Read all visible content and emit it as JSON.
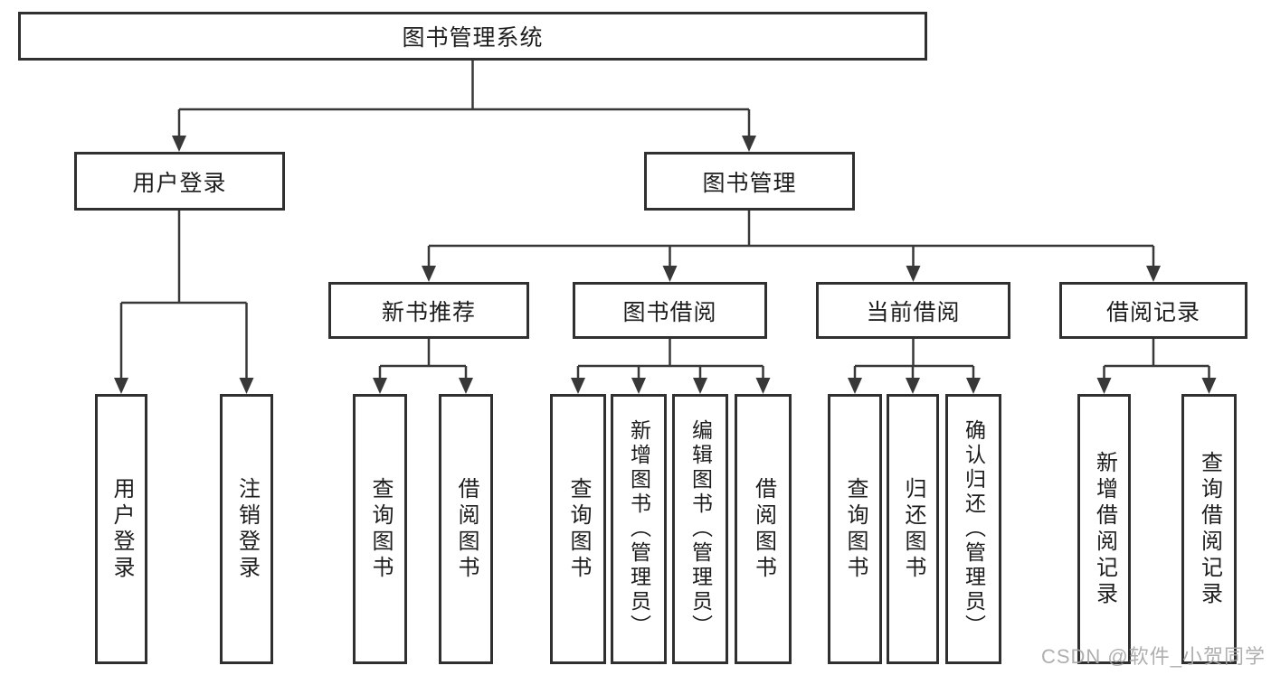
{
  "tree": {
    "root": {
      "label": "图书管理系统",
      "children": [
        {
          "label": "用户登录",
          "children": [
            {
              "label": "用户登录"
            },
            {
              "label": "注销登录"
            }
          ]
        },
        {
          "label": "图书管理",
          "children": [
            {
              "label": "新书推荐",
              "children": [
                {
                  "label": "查询图书"
                },
                {
                  "label": "借阅图书"
                }
              ]
            },
            {
              "label": "图书借阅",
              "children": [
                {
                  "label": "查询图书"
                },
                {
                  "label": "新增图书（管理员）"
                },
                {
                  "label": "编辑图书（管理员）"
                },
                {
                  "label": "借阅图书"
                }
              ]
            },
            {
              "label": "当前借阅",
              "children": [
                {
                  "label": "查询图书"
                },
                {
                  "label": "归还图书"
                },
                {
                  "label": "确认归还（管理员）"
                }
              ]
            },
            {
              "label": "借阅记录",
              "children": [
                {
                  "label": "新增借阅记录"
                },
                {
                  "label": "查询借阅记录"
                }
              ]
            }
          ]
        }
      ]
    }
  },
  "watermark": {
    "text": "CSDN @软件_小贺同学",
    "color": "#a8a8a8"
  },
  "colors": {
    "line": "#383838",
    "box_border": "#303030",
    "text": "#1d1d1d",
    "background": "#ffffff"
  }
}
